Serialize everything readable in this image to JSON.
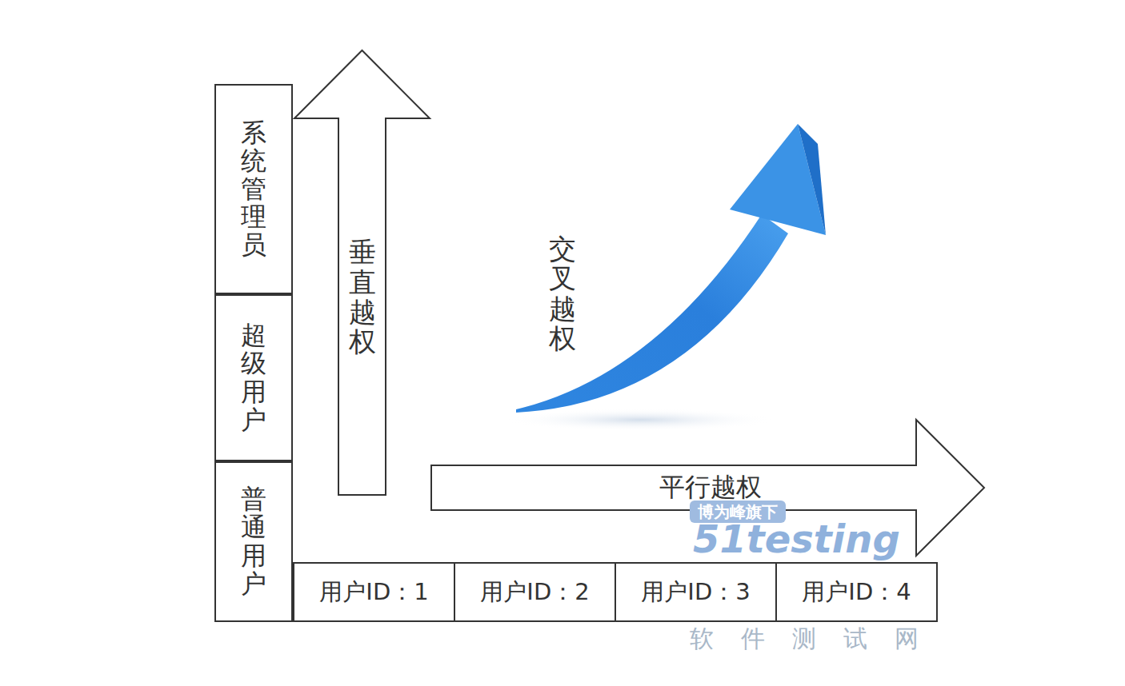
{
  "diagram": {
    "nodes": [
      {
        "text": [
          "系统管理员"
        ]
      },
      {
        "text": [
          "超级用户"
        ]
      },
      {
        "text": [
          "普通用户"
        ]
      },
      {
        "text": [
          "垂直越权"
        ]
      },
      {
        "text": [
          "平行越权"
        ]
      },
      {
        "text": [
          "用户ID：1"
        ]
      },
      {
        "text": [
          "用户ID：2"
        ]
      },
      {
        "text": [
          "用户ID：3"
        ]
      },
      {
        "text": [
          "用户ID：4"
        ]
      }
    ],
    "labels": [
      "交叉越权",
      "博为峰旗下",
      "51testing",
      "软件测试网"
    ]
  }
}
